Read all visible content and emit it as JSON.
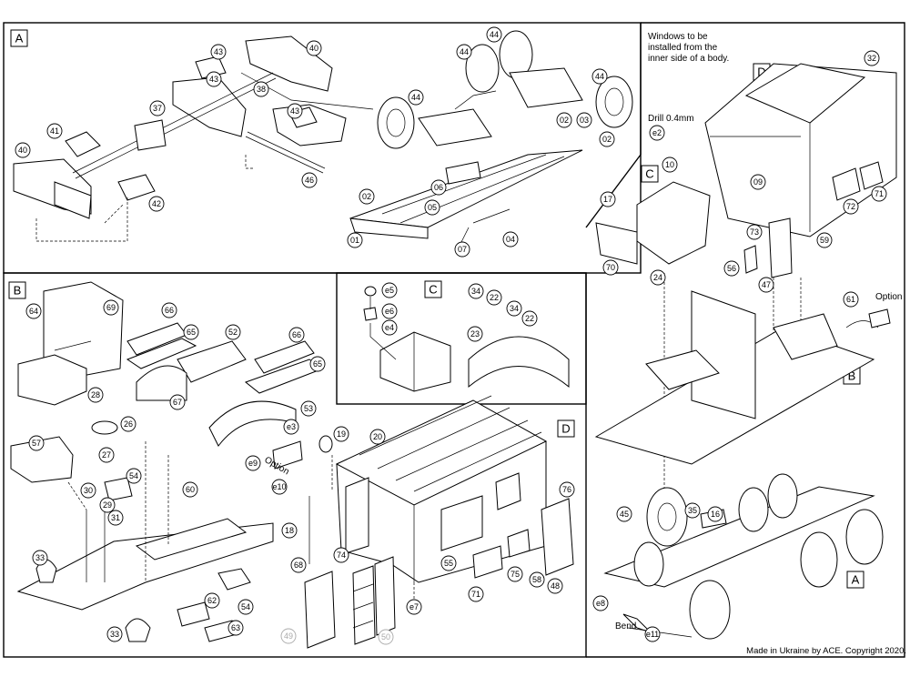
{
  "sections": {
    "a": "A",
    "b": "B",
    "c": "C",
    "d": "D"
  },
  "overview_sections": {
    "d": "D",
    "c": "C",
    "b": "B",
    "a": "A"
  },
  "notes": {
    "windows_line1": "Windows to be",
    "windows_line2": "installed from the",
    "windows_line3": "inner side of a body.",
    "drill": "Drill 0.4mm",
    "option_label": "Option",
    "option_rotated": "Option",
    "bend": "Bend",
    "credit": "Made in Ukraine by ACE. Copyright 2020."
  },
  "callouts": {
    "a_l": [
      "43",
      "40",
      "43",
      "38",
      "37",
      "41",
      "40",
      "43",
      "46",
      "42"
    ],
    "a_r": [
      "44",
      "44",
      "44",
      "44",
      "02",
      "03",
      "02",
      "02",
      "06",
      "05",
      "07",
      "04",
      "01"
    ],
    "b": [
      "64",
      "69",
      "66",
      "65",
      "52",
      "66",
      "65",
      "67",
      "28",
      "53",
      "26",
      "27",
      "57",
      "e3",
      "19",
      "e9",
      "e10",
      "20",
      "54",
      "30",
      "29",
      "31",
      "60",
      "18",
      "74",
      "68",
      "33",
      "62",
      "54",
      "63",
      "33",
      "49",
      "50",
      "e7",
      "71",
      "75",
      "55",
      "58",
      "48",
      "76"
    ],
    "c": [
      "e5",
      "e6",
      "e4",
      "34",
      "22",
      "34",
      "22",
      "23"
    ],
    "d": [
      "32",
      "e2",
      "10",
      "09",
      "17",
      "72",
      "71",
      "70",
      "24",
      "73",
      "56",
      "59",
      "47",
      "61",
      "35",
      "16",
      "45",
      "e8",
      "e11"
    ]
  },
  "colors": {
    "ink": "#000000",
    "paper": "#ffffff",
    "faint": "#aaaaaa"
  }
}
